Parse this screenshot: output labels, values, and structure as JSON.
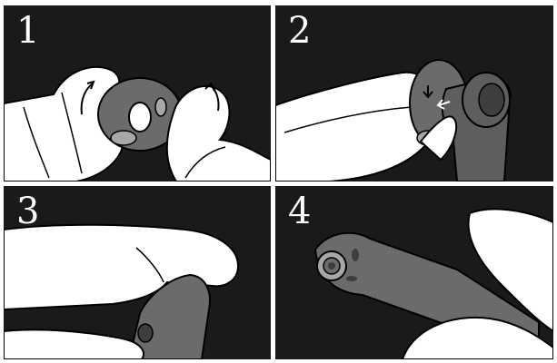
{
  "steps": [
    {
      "number": "1"
    },
    {
      "number": "2"
    },
    {
      "number": "3"
    },
    {
      "number": "4"
    }
  ],
  "colors": {
    "background": "#1a1a1a",
    "hand_fill": "#ffffff",
    "tip_fill": "#6b6b6b",
    "handpiece_fill": "#5e5e5e",
    "outline": "#000000",
    "divider": "#ffffff"
  }
}
